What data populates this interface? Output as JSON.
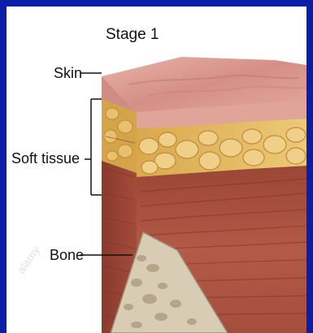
{
  "title": "Stage 1",
  "labels": {
    "skin": "Skin",
    "soft_tissue": "Soft tissue",
    "bone": "Bone"
  },
  "watermark": "alamy",
  "colors": {
    "frame_border": "#0a1fa8",
    "skin": "#d99a90",
    "fat": "#e6c06a",
    "muscle": "#a85040",
    "bone": "#d8ccb4"
  }
}
